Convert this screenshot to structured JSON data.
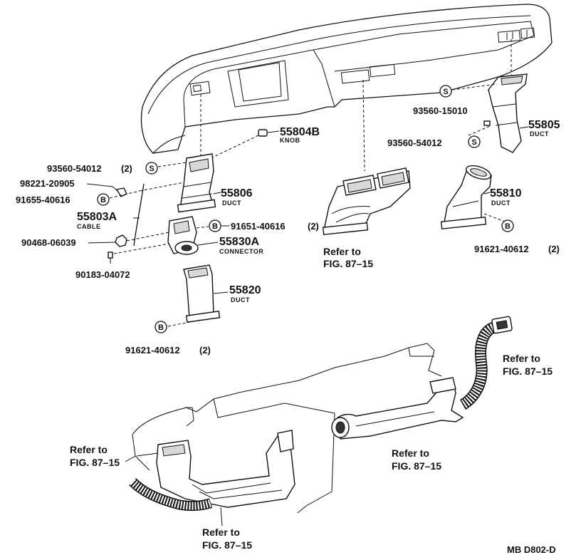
{
  "parts": {
    "p55804B": {
      "number": "55804B",
      "name": "KNOB"
    },
    "p55806": {
      "number": "55806",
      "name": "DUCT"
    },
    "p55803A": {
      "number": "55803A",
      "name": "CABLE"
    },
    "p55830A": {
      "number": "55830A",
      "name": "CONNECTOR"
    },
    "p55820": {
      "number": "55820",
      "name": "DUCT"
    },
    "p55805": {
      "number": "55805",
      "name": "DUCT"
    },
    "p55810": {
      "number": "55810",
      "name": "DUCT"
    }
  },
  "fasteners": {
    "f93560_54012_left": {
      "number": "93560-54012",
      "qty": "(2)",
      "symbol": "S"
    },
    "f98221_20905": {
      "number": "98221-20905"
    },
    "f91655_40616": {
      "number": "91655-40616",
      "symbol": "B"
    },
    "f91651_40616": {
      "number": "91651-40616",
      "qty": "(2)",
      "symbol": "B"
    },
    "f90468_06039": {
      "number": "90468-06039"
    },
    "f90183_04072": {
      "number": "90183-04072"
    },
    "f91621_40612_left": {
      "number": "91621-40612",
      "qty": "(2)",
      "symbol": "B"
    },
    "f93560_15010": {
      "number": "93560-15010",
      "symbol": "S"
    },
    "f93560_54012_right": {
      "number": "93560-54012",
      "symbol": "S"
    },
    "f91621_40612_right": {
      "number": "91621-40612",
      "qty": "(2)",
      "symbol": "B"
    }
  },
  "references": {
    "center_duct": {
      "line1": "Refer to",
      "line2": "FIG. 87–15"
    },
    "right_hose": {
      "line1": "Refer to",
      "line2": "FIG. 87–15"
    },
    "lower_left": {
      "line1": "Refer to",
      "line2": "FIG. 87–15"
    },
    "lower_center": {
      "line1": "Refer to",
      "line2": "FIG. 87–15"
    },
    "bottom": {
      "line1": "Refer to",
      "line2": "FIG. 87–15"
    }
  },
  "drawing_code": "MB D802-D"
}
